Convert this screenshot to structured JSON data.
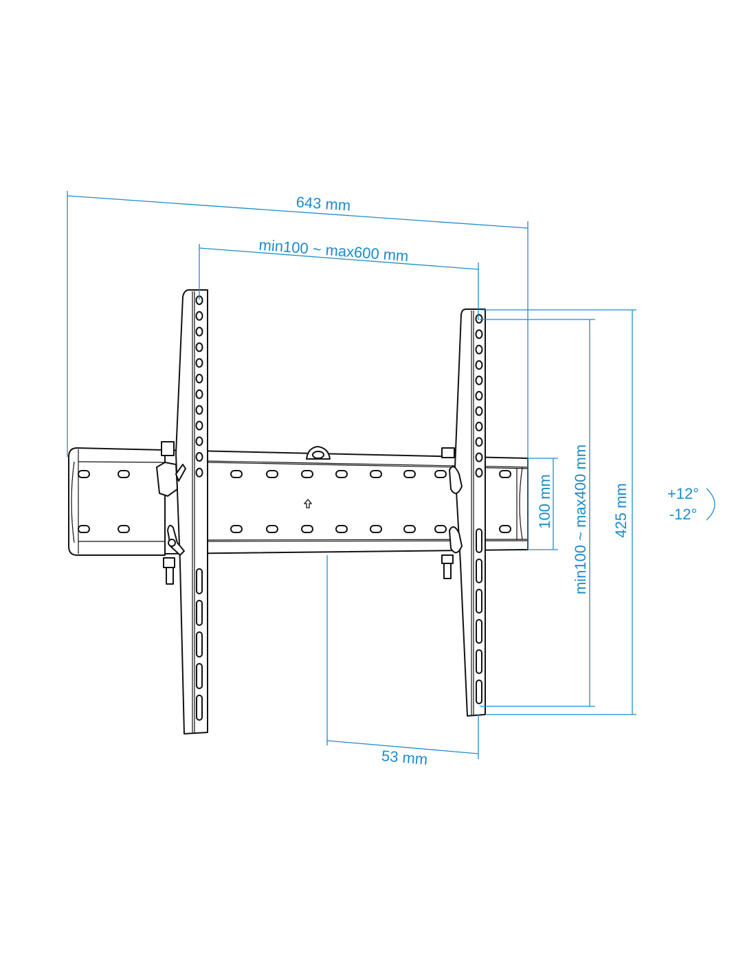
{
  "dimensions": {
    "overall_width": "643 mm",
    "vesa_horizontal": "min100 ~ max600 mm",
    "rail_height": "100 mm",
    "vesa_vertical": "min100 ~ max400 mm",
    "overall_height": "425 mm",
    "depth": "53 mm"
  },
  "tilt": {
    "up": "+12°",
    "down": "-12°"
  },
  "colors": {
    "dimension": "#1a8ccc",
    "line_art": "#111111"
  }
}
